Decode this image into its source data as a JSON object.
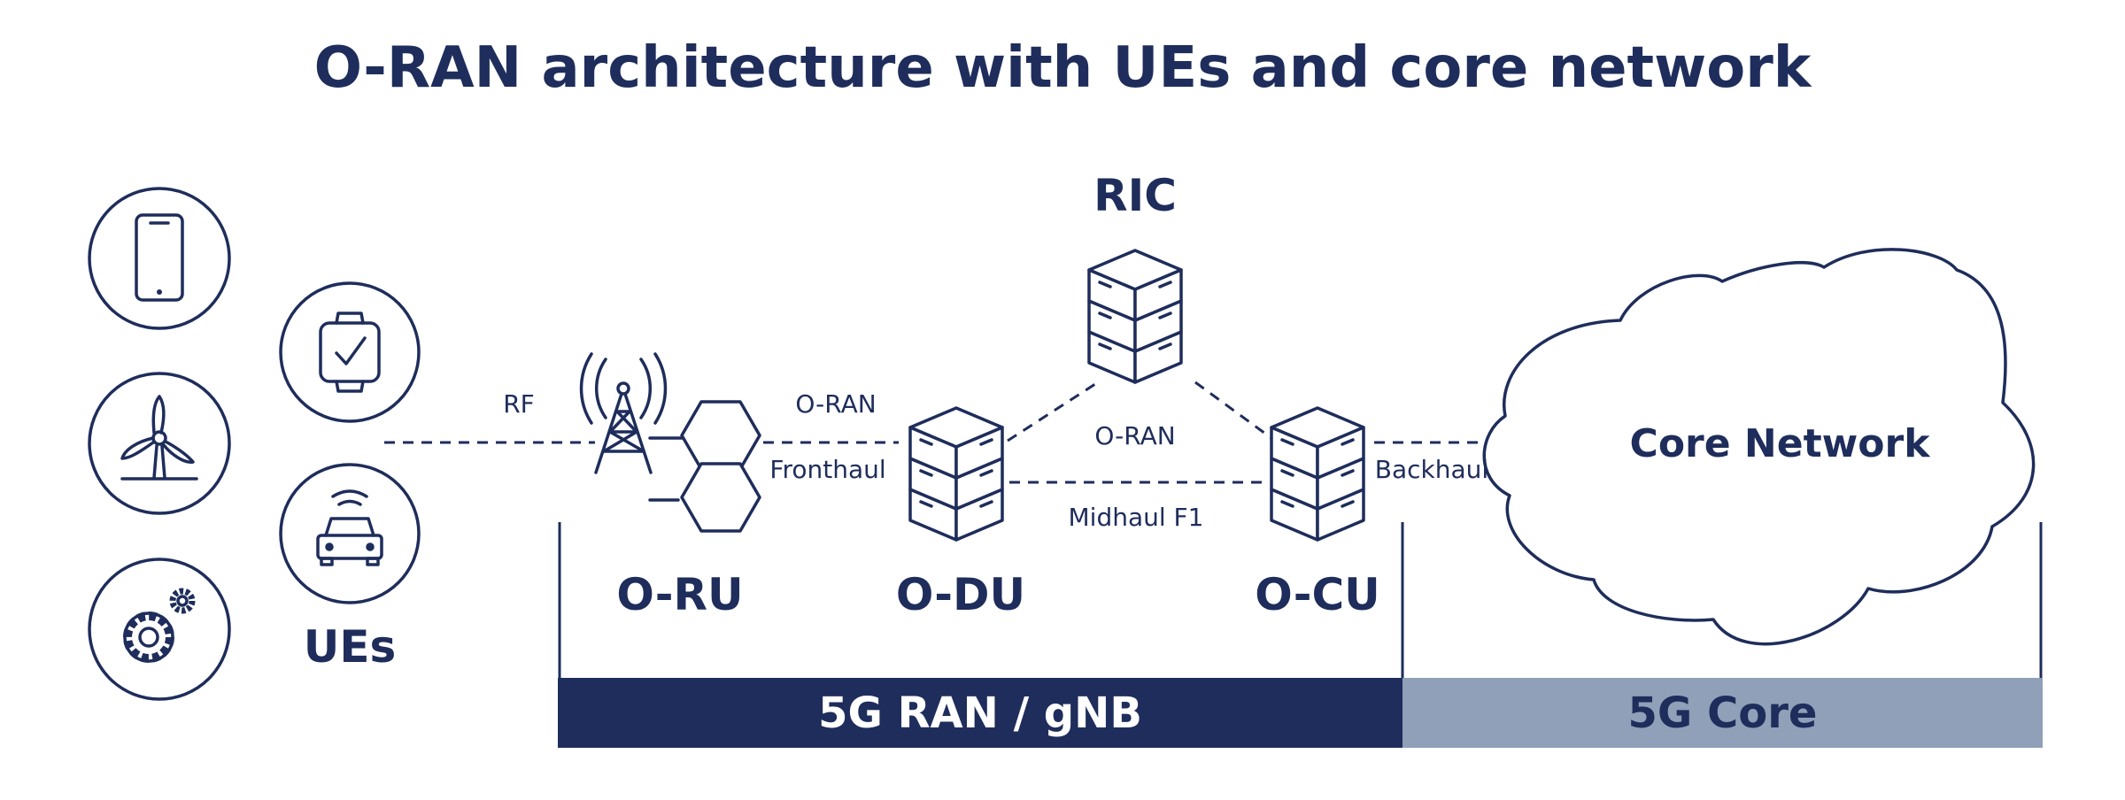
{
  "title": "O-RAN architecture with UEs and core network",
  "labels": {
    "ues": "UEs",
    "oru": "O-RU",
    "odu": "O-DU",
    "ocu": "O-CU",
    "ric": "RIC",
    "core_network": "Core Network"
  },
  "links": {
    "rf": "RF",
    "fronthaul_top": "O-RAN",
    "fronthaul_bottom": "Fronthaul",
    "ric_link": "O-RAN",
    "midhaul": "Midhaul F1",
    "backhaul": "Backhaul"
  },
  "bars": {
    "ran": "5G RAN / gNB",
    "core": "5G Core"
  },
  "icons": [
    "smartphone-icon",
    "smartwatch-icon",
    "wind-turbine-icon",
    "car-icon",
    "gears-icon",
    "antenna-tower-icon",
    "hexagon-cells-icon",
    "server-stack-icon",
    "cloud-icon"
  ],
  "colors": {
    "navy": "#1e2d5b",
    "slate": "#8fa0b8",
    "background": "#ffffff"
  }
}
